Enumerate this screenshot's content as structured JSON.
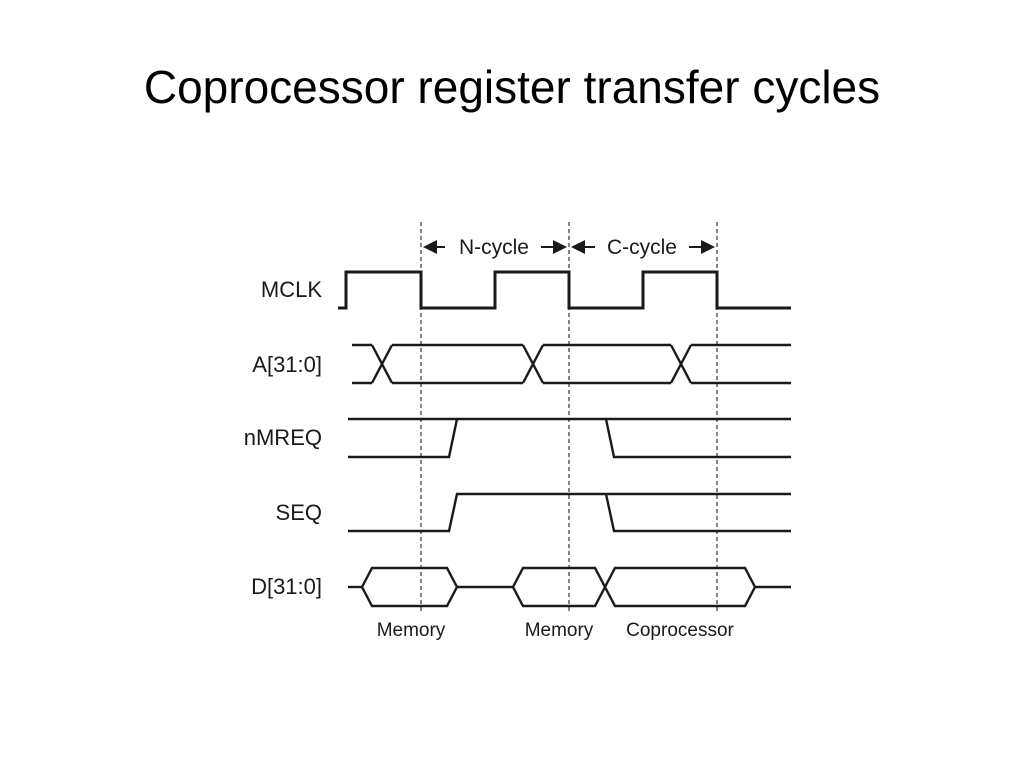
{
  "slide": {
    "title": "Coprocessor register transfer cycles"
  },
  "diagram": {
    "cycles": {
      "n_cycle": "N-cycle",
      "c_cycle": "C-cycle"
    },
    "signals": {
      "mclk": "MCLK",
      "address": "A[31:0]",
      "nmreq": "nMREQ",
      "seq": "SEQ",
      "data": "D[31:0]"
    },
    "bus_labels": {
      "memory_1": "Memory",
      "memory_2": "Memory",
      "coprocessor": "Coprocessor"
    }
  }
}
